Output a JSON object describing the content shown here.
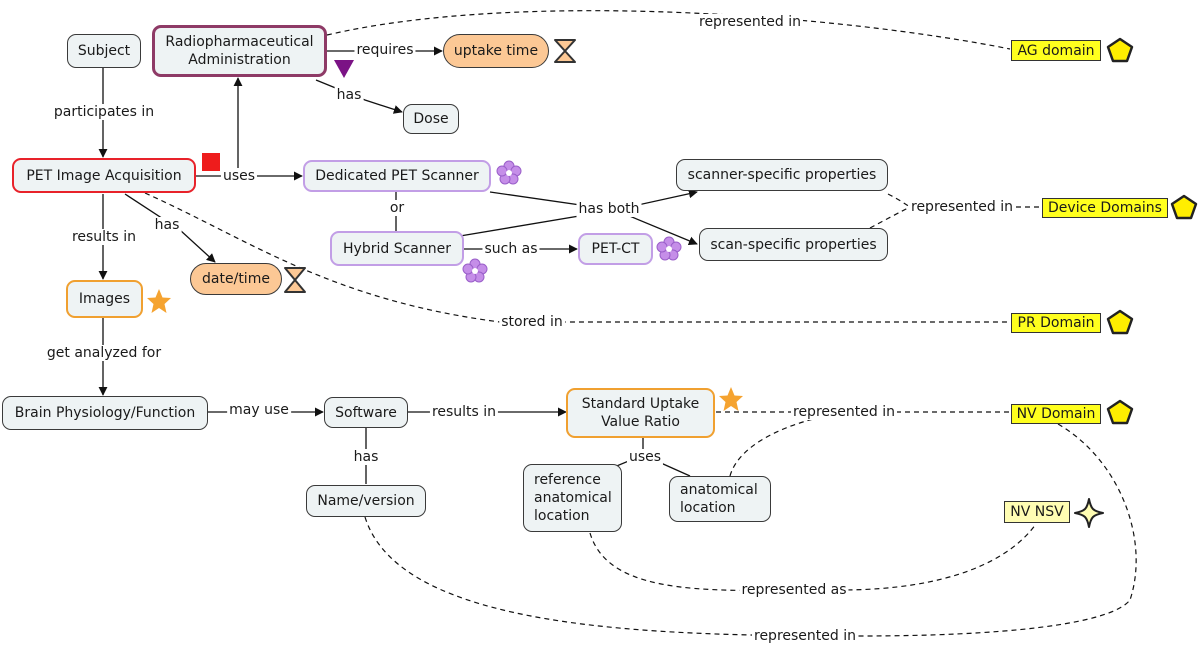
{
  "nodes": {
    "subject": "Subject",
    "radiopharm": "Radiopharmaceutical\nAdministration",
    "uptake_time": "uptake time",
    "ag_domain": "AG domain",
    "dose": "Dose",
    "pet_acq": "PET Image Acquisition",
    "dedicated_scanner": "Dedicated PET Scanner",
    "scanner_props": "scanner-specific properties",
    "scan_props": "scan-specific properties",
    "device_domains": "Device Domains",
    "hybrid_scanner": "Hybrid Scanner",
    "pet_ct": "PET-CT",
    "date_time": "date/time",
    "images": "Images",
    "pr_domain": "PR Domain",
    "brain": "Brain Physiology/Function",
    "software": "Software",
    "suvr": "Standard Uptake\nValue Ratio",
    "nv_domain": "NV Domain",
    "name_version": "Name/version",
    "ref_location": "reference\nanatomical\nlocation",
    "anat_location": "anatomical\nlocation",
    "nv_nsv": "NV NSV"
  },
  "links": {
    "participates_in": "participates in",
    "requires": "requires",
    "has_dose": "has",
    "represented_in_ag": "represented in",
    "uses_scanner": "uses",
    "or": "or",
    "has_both": "has both",
    "represented_in_device": "represented in",
    "such_as": "such as",
    "has_datetime": "has",
    "results_in_images": "results in",
    "stored_in": "stored in",
    "get_analyzed_for": "get analyzed for",
    "may_use": "may use",
    "results_in_suvr": "results in",
    "represented_in_nv": "represented in",
    "has_name": "has",
    "uses_location": "uses",
    "represented_as": "represented as",
    "represented_in_bottom": "represented in"
  },
  "icons": {
    "red_square": "red-square-icon",
    "purple_triangle": "purple-triangle-icon",
    "hourglass": "hourglass-icon",
    "flower": "flower-icon",
    "star": "star-icon",
    "pentagon": "pentagon-icon",
    "sparkle": "four-point-star-icon"
  },
  "colors": {
    "node_fill": "#eef3f4",
    "red_border": "#e8222a",
    "purple_border": "#c29ee6",
    "maroon_border": "#8e3a66",
    "orange_border": "#f0a030",
    "peach_fill": "#fcc895",
    "domain_yellow": "#ffff1e",
    "nsv_yellow": "#fffdb3",
    "star_orange": "#f5a330",
    "flower_purple": "#c58ee8",
    "triangle_purple": "#7b1385"
  }
}
